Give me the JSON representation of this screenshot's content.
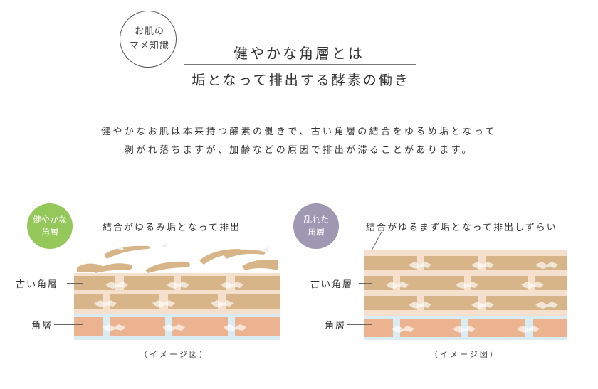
{
  "header": {
    "badge_line1": "お肌の",
    "badge_line2": "マメ知識",
    "title": "健やかな角層とは",
    "subtitle": "垢となって排出する酵素の働き"
  },
  "intro": {
    "line1": "健やかなお肌は本来持つ酵素の働きで、古い角層の結合をゆるめ垢となって",
    "line2": "剥がれ落ちますが、加齢などの原因で排出が滞ることがあります。"
  },
  "panels": [
    {
      "badge_line1": "健やかな",
      "badge_line2": "角層",
      "caption": "結合がゆるみ垢となって排出",
      "label_old": "古い角層",
      "label_layer": "角層",
      "note": "（イメージ図）"
    },
    {
      "badge_line1": "乱れた",
      "badge_line2": "角層",
      "caption": "結合がゆるまず垢となって排出しずらい",
      "label_old": "古い角層",
      "label_layer": "角層",
      "note": "（イメージ図）"
    }
  ],
  "colors": {
    "healthy_badge": "#95c85a",
    "disturbed_badge": "#9e98b3",
    "cell_tan": "#d8b489",
    "cell_orange": "#ebb38f",
    "layer_beige": "#f4e0cc",
    "base_blue": "#d9ecf3"
  }
}
